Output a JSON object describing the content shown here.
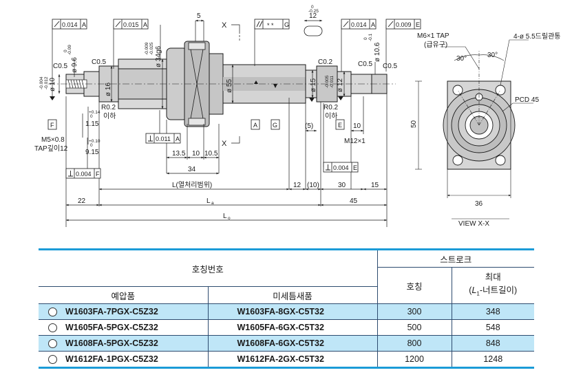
{
  "drawing": {
    "tol_blocks": {
      "g1": "0.014",
      "g1d": "A",
      "g2": "0.015",
      "g2d": "A",
      "g3": "* *",
      "g3d": "G",
      "g4": "0.014",
      "g4d": "A",
      "g5": "0.009",
      "g5d": "E",
      "g6": "0.011",
      "g6d": "A",
      "g7": "0.004",
      "g7d": "E",
      "g8": "0.004",
      "g8d": "F"
    },
    "section_mark": "X",
    "datums": {
      "A": "A",
      "G": "G",
      "E": "E",
      "F": "F"
    },
    "labels": {
      "c05a": "C0.5",
      "c05b": "C0.5",
      "c05c": "C0.5",
      "c05d": "C0.5",
      "c02": "C0.2",
      "r02a": "R0.2",
      "r02b": "R0.2",
      "ieha": "이하",
      "iehb": "이하",
      "m5": "M5×0.8",
      "tap12": "TAP깊이12",
      "m12": "M12×1",
      "d10": "ø 10",
      "d10t1": "-0.004",
      "d10t2": "-0.012",
      "d96": "ø 9.6",
      "d96t1": "0",
      "d96t2": "-0.09",
      "d16": "ø 16",
      "d34": "ø 34g6",
      "d34t1": "-0.009",
      "d34t2": "-0.025",
      "d55": "ø 55",
      "d15": "ø 15",
      "d12": "ø 12",
      "d12t1": "-0.005",
      "d12t2": "-0.011",
      "d106": "ø 10.6",
      "d106t1": "0",
      "d106t2": "-0.1",
      "w5": "5",
      "w12": "12",
      "w12t1": "0",
      "w12t2": "-0.25",
      "l115": "1.15",
      "l115t": "+0.14",
      "l115t2": "0",
      "l915": "9.15",
      "l915t": "+0.10",
      "l915t2": "0",
      "d135": "13.5",
      "d10a": "10",
      "d105": "10.5",
      "d34b": "34",
      "p5": "(5)",
      "d10b": "10",
      "l_heat": "L(열처리범위)",
      "d12b": "12",
      "p10": "(10)",
      "d30": "30",
      "d15b": "15",
      "d22": "22",
      "lbig": "L",
      "lbig_sub": "a",
      "d45": "45",
      "lo": "L",
      "lo_sub": "o"
    },
    "view": {
      "m6": "M6×1 TAP",
      "m6b": "(급유구)",
      "holes": "4-ø 5.5드릴관통",
      "a30a": "30°",
      "a30b": "30°",
      "pcd": "PCD 45",
      "h50": "50",
      "w36": "36",
      "title": "VIEW X-X"
    }
  },
  "table": {
    "h_name": "호칭번호",
    "h_stroke": "스트로크",
    "h_preload": "예압품",
    "h_micro": "미세틈새품",
    "h_nominal": "호칭",
    "h_max_1": "최대",
    "h_max_2a": "(",
    "h_max_2b": "L",
    "h_max_2c": "1",
    "h_max_2d": "-너트길이)",
    "rows": [
      {
        "preload": "W1603FA-7PGX-C5Z32",
        "micro": "W1603FA-8GX-C5T32",
        "nominal": "300",
        "max": "348"
      },
      {
        "preload": "W1605FA-5PGX-C5Z32",
        "micro": "W1605FA-6GX-C5T32",
        "nominal": "500",
        "max": "548"
      },
      {
        "preload": "W1608FA-5PGX-C5Z32",
        "micro": "W1608FA-6GX-C5T32",
        "nominal": "800",
        "max": "848"
      },
      {
        "preload": "W1612FA-1PGX-C5Z32",
        "micro": "W1612FA-2GX-C5T32",
        "nominal": "1200",
        "max": "1248"
      }
    ]
  }
}
